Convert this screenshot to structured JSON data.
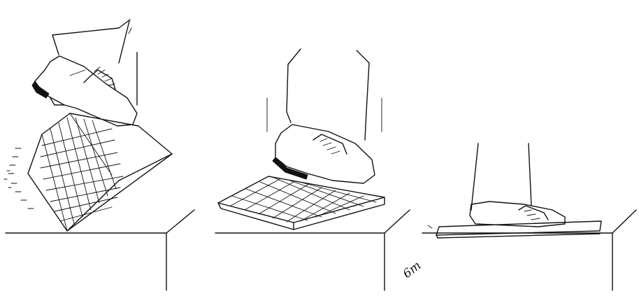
{
  "figure": {
    "panels": [
      {
        "id": "compressed-mat",
        "state": "foot about to step on a raised wedge-shaped cellular mat"
      },
      {
        "id": "partially-flattened-mat",
        "state": "foot pressing the cellular mat down"
      },
      {
        "id": "flat-mat",
        "state": "foot standing on a fully flattened mat"
      }
    ],
    "marginal_note": "6m"
  }
}
